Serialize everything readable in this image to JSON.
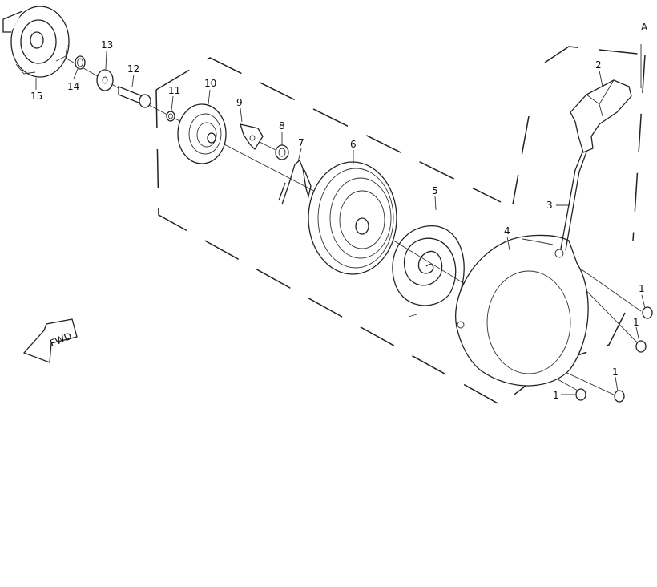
{
  "diagram": {
    "corner_letter": "A",
    "fwd_label": "FWD",
    "callouts": [
      {
        "id": "c1a",
        "text": "1"
      },
      {
        "id": "c1b",
        "text": "1"
      },
      {
        "id": "c1c",
        "text": "1"
      },
      {
        "id": "c1d",
        "text": "1"
      },
      {
        "id": "c2",
        "text": "2"
      },
      {
        "id": "c3",
        "text": "3"
      },
      {
        "id": "c4",
        "text": "4"
      },
      {
        "id": "c5",
        "text": "5"
      },
      {
        "id": "c6",
        "text": "6"
      },
      {
        "id": "c7",
        "text": "7"
      },
      {
        "id": "c8",
        "text": "8"
      },
      {
        "id": "c9",
        "text": "9"
      },
      {
        "id": "c10",
        "text": "10"
      },
      {
        "id": "c11",
        "text": "11"
      },
      {
        "id": "c12",
        "text": "12"
      },
      {
        "id": "c13",
        "text": "13"
      },
      {
        "id": "c14",
        "text": "14"
      },
      {
        "id": "c15",
        "text": "15"
      }
    ]
  }
}
